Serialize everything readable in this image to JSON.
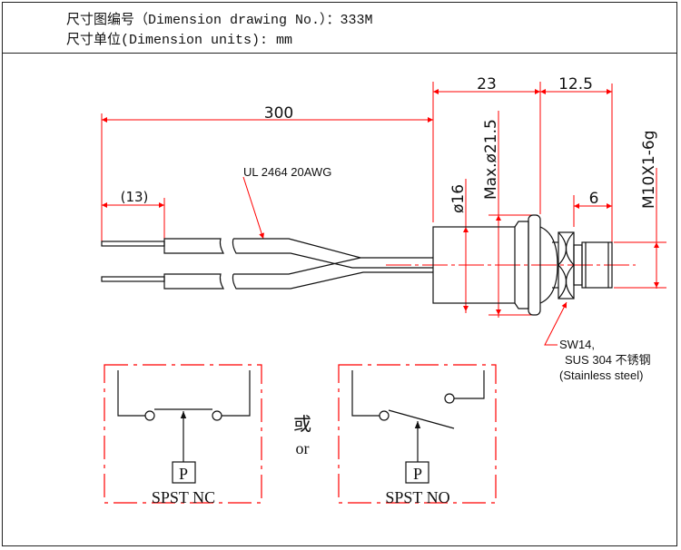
{
  "header": {
    "drawing_no_line": "尺寸图编号（Dimension drawing No.）：333M",
    "units_line": "尺寸单位(Dimension units): mm"
  },
  "dimensions": {
    "total_length": "300",
    "strip_length": "(13)",
    "body_length": "23",
    "thread_length": "12.5",
    "body_diameter": "ø16",
    "max_diameter": "Max.ø21.5",
    "hex_to_end": "6",
    "thread_spec": "M10X1-6g"
  },
  "notes": {
    "cable": "UL 2464 20AWG",
    "nut_line1": "SW14,",
    "nut_line2": "SUS 304 不锈钢",
    "nut_line3": "(Stainless steel)"
  },
  "schematics": {
    "nc": {
      "symbol": "P",
      "label": "SPST  NC"
    },
    "separator_cn": "或",
    "separator_en": "or",
    "no": {
      "symbol": "P",
      "label": "SPST  NO"
    }
  },
  "colors": {
    "dimension": "#ff0000",
    "outline": "#111111"
  }
}
